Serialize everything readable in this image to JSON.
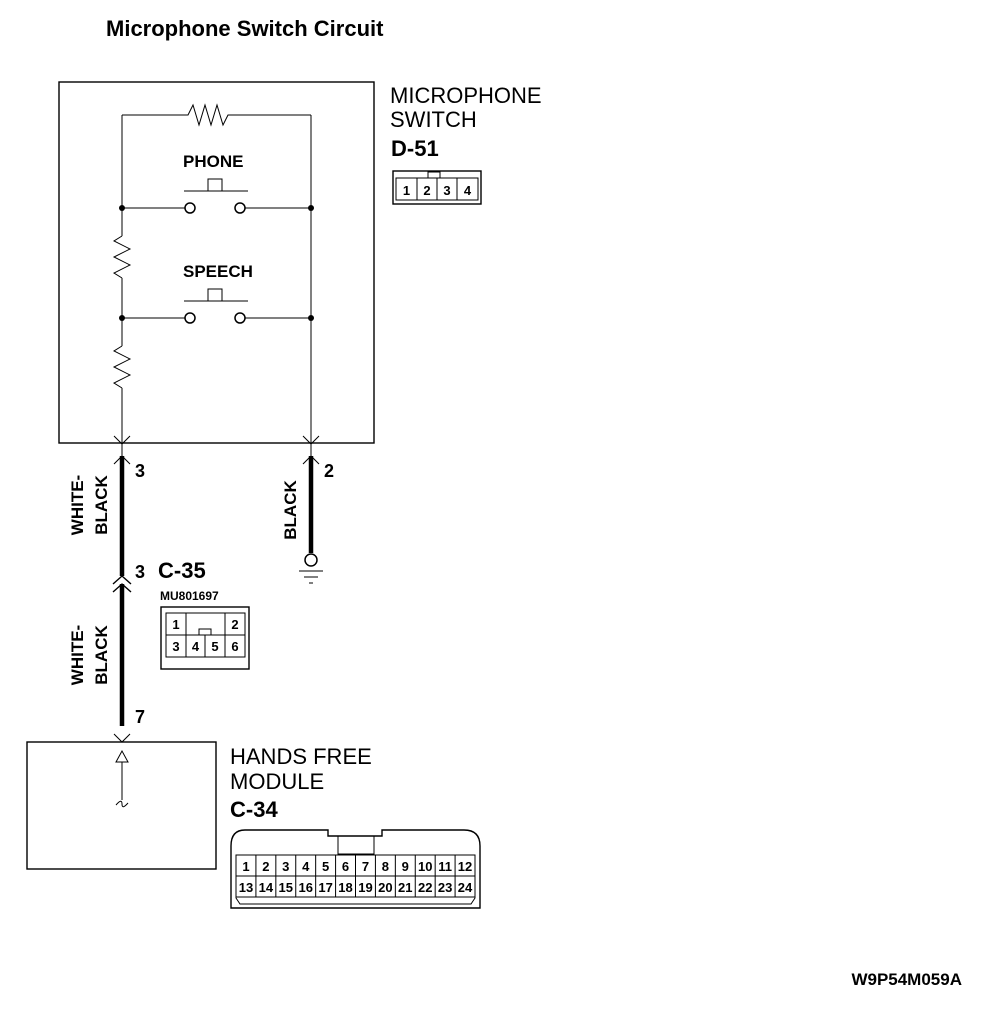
{
  "title": "Microphone Switch Circuit",
  "microphone_switch": {
    "name_line1": "MICROPHONE",
    "name_line2": "SWITCH",
    "code": "D-51",
    "pins": [
      "1",
      "2",
      "3",
      "4"
    ],
    "phone_label": "PHONE",
    "speech_label": "SPEECH",
    "pin_left": "3",
    "pin_right": "2"
  },
  "wires": {
    "upper_left_line1": "WHITE-",
    "upper_left_line2": "BLACK",
    "lower_left_line1": "WHITE-",
    "lower_left_line2": "BLACK",
    "right": "BLACK"
  },
  "junction": {
    "pin": "3",
    "code": "C-35",
    "part_no": "MU801697",
    "top_pins": [
      "1",
      "2"
    ],
    "bottom_pins": [
      "3",
      "4",
      "5",
      "6"
    ]
  },
  "hands_free_module": {
    "name_line1": "HANDS FREE",
    "name_line2": "MODULE",
    "code": "C-34",
    "pin": "7",
    "top_pins": [
      "1",
      "2",
      "3",
      "4",
      "5",
      "6",
      "7",
      "8",
      "9",
      "10",
      "11",
      "12"
    ],
    "bottom_pins": [
      "13",
      "14",
      "15",
      "16",
      "17",
      "18",
      "19",
      "20",
      "21",
      "22",
      "23",
      "24"
    ]
  },
  "footer_code": "W9P54M059A"
}
